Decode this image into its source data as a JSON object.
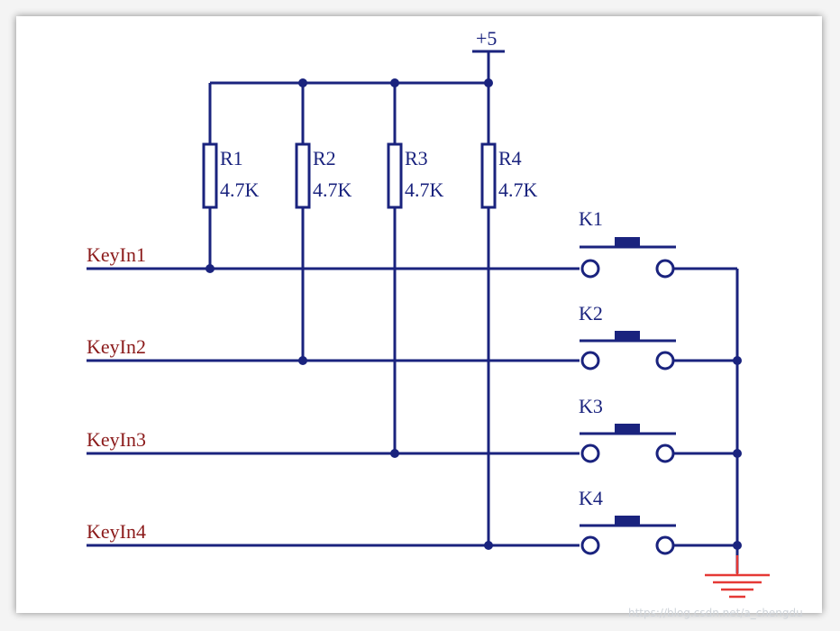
{
  "power": {
    "label": "+5"
  },
  "resistors": [
    {
      "ref": "R1",
      "value": "4.7K"
    },
    {
      "ref": "R2",
      "value": "4.7K"
    },
    {
      "ref": "R3",
      "value": "4.7K"
    },
    {
      "ref": "R4",
      "value": "4.7K"
    }
  ],
  "switches": [
    {
      "ref": "K1"
    },
    {
      "ref": "K2"
    },
    {
      "ref": "K3"
    },
    {
      "ref": "K4"
    }
  ],
  "nets": [
    {
      "label": "KeyIn1"
    },
    {
      "label": "KeyIn2"
    },
    {
      "label": "KeyIn3"
    },
    {
      "label": "KeyIn4"
    }
  ],
  "watermark": "https://blog.csdn.net/a_chengdu",
  "colors": {
    "wire": "#1a237e",
    "net_label": "#8b1a1a",
    "ground": "#e53935"
  }
}
